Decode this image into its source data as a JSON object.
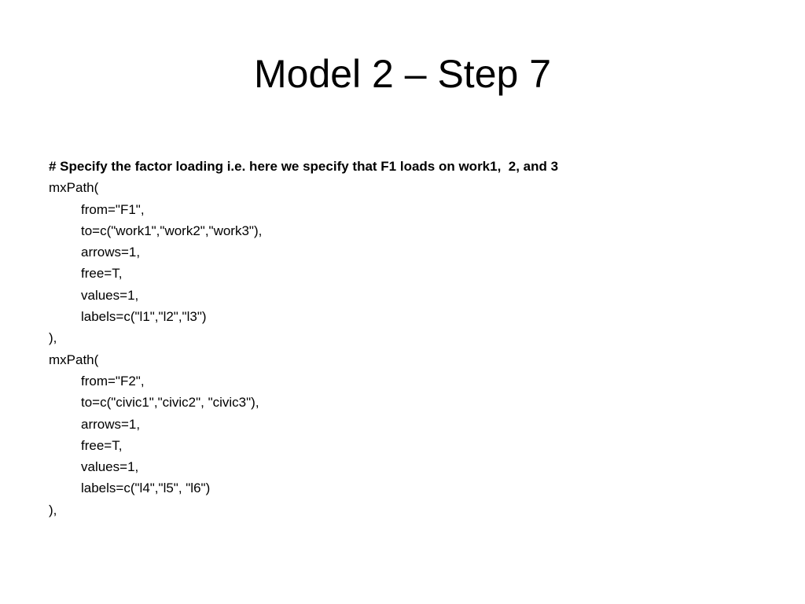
{
  "slide": {
    "title": "Model 2 – Step 7",
    "lines": [
      {
        "text": "# Specify the factor loading i.e. here we specify that F1 loads on work1,  2, and 3",
        "bold": true,
        "indent": false
      },
      {
        "text": "mxPath(",
        "bold": false,
        "indent": false
      },
      {
        "text": "from=\"F1\",",
        "bold": false,
        "indent": true
      },
      {
        "text": "to=c(\"work1\",\"work2\",\"work3\"),",
        "bold": false,
        "indent": true
      },
      {
        "text": "arrows=1,",
        "bold": false,
        "indent": true
      },
      {
        "text": "free=T,",
        "bold": false,
        "indent": true
      },
      {
        "text": "values=1,",
        "bold": false,
        "indent": true
      },
      {
        "text": "labels=c(\"l1\",\"l2\",\"l3\")",
        "bold": false,
        "indent": true
      },
      {
        "text": "),",
        "bold": false,
        "indent": false
      },
      {
        "text": "mxPath(",
        "bold": false,
        "indent": false
      },
      {
        "text": "from=\"F2\",",
        "bold": false,
        "indent": true
      },
      {
        "text": "to=c(\"civic1\",\"civic2\", \"civic3\"),",
        "bold": false,
        "indent": true
      },
      {
        "text": "arrows=1,",
        "bold": false,
        "indent": true
      },
      {
        "text": "free=T,",
        "bold": false,
        "indent": true
      },
      {
        "text": "values=1,",
        "bold": false,
        "indent": true
      },
      {
        "text": "labels=c(\"l4\",\"l5\", \"l6\")",
        "bold": false,
        "indent": true
      },
      {
        "text": "),",
        "bold": false,
        "indent": false
      }
    ]
  }
}
